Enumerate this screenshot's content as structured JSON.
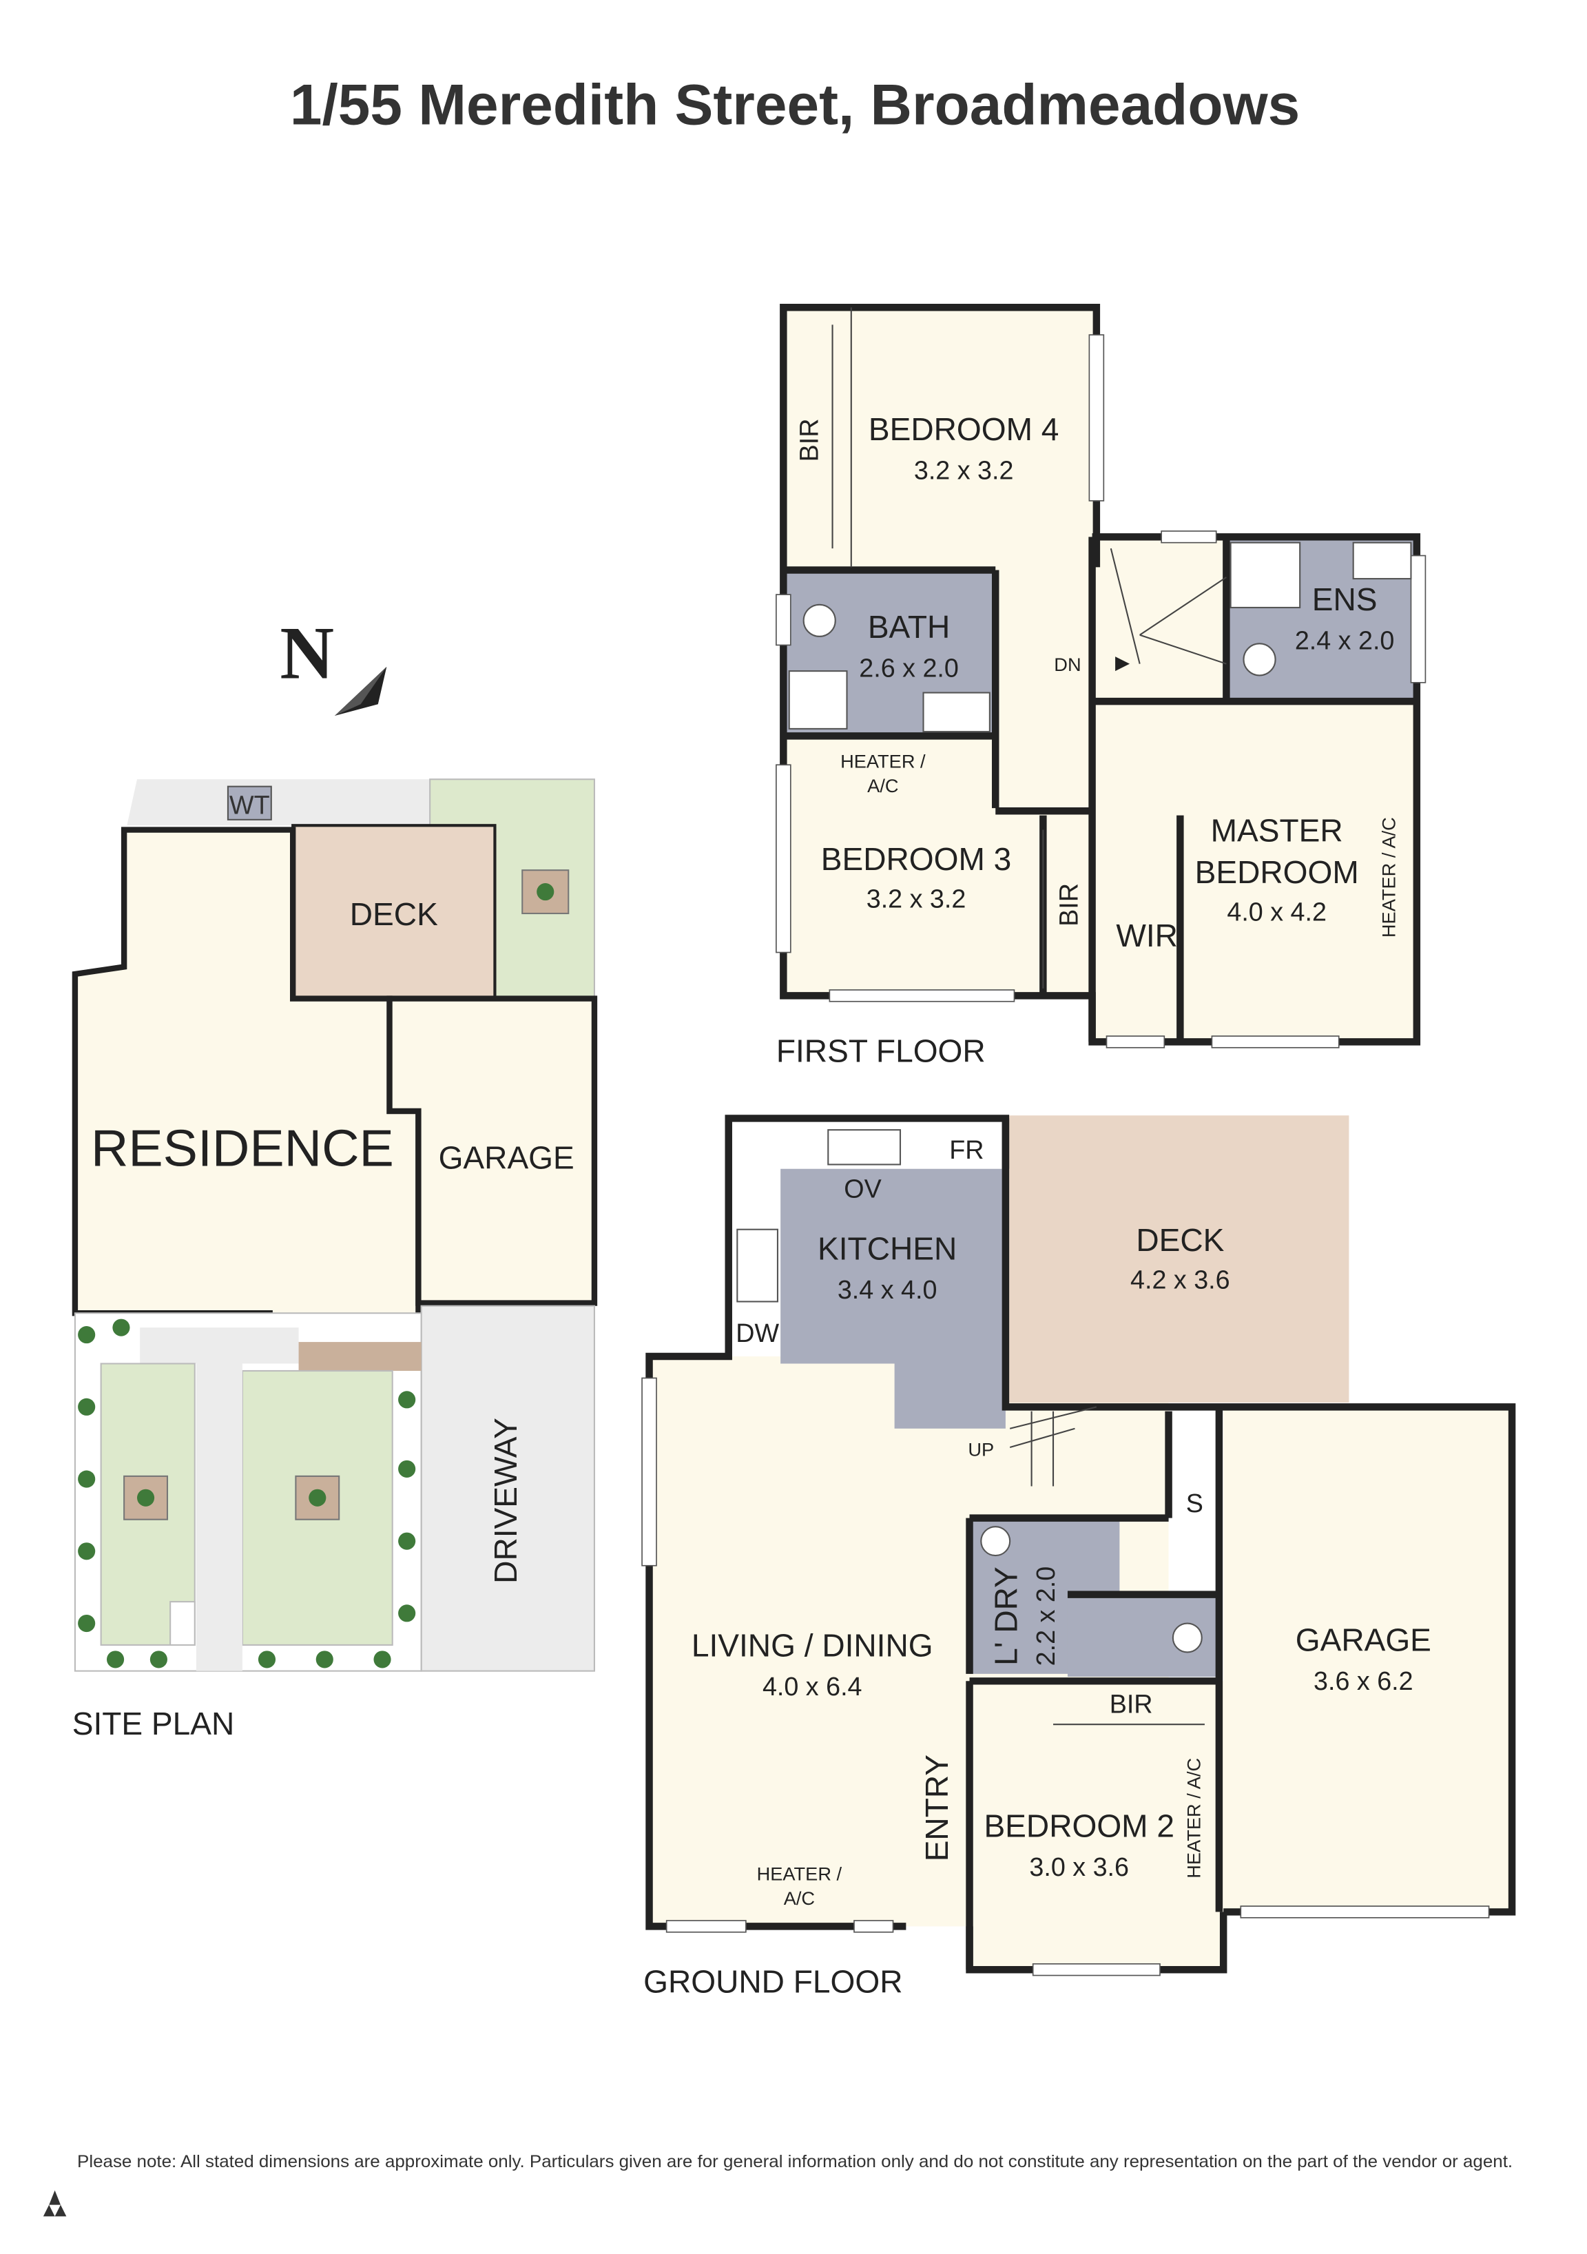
{
  "title": "1/55 Meredith Street, Broadmeadows",
  "colors": {
    "room": "#fdf9ea",
    "wet": "#a9adbd",
    "deck": "#e9d6c6",
    "garden": "#dde9cc",
    "paving": "#ececec",
    "wall": "#222222"
  },
  "north": {
    "label": "N"
  },
  "site_plan": {
    "label": "SITE PLAN",
    "wt": "WT",
    "deck": "DECK",
    "residence": "RESIDENCE",
    "garage": "GARAGE",
    "driveway": "DRIVEWAY"
  },
  "first_floor": {
    "label": "FIRST FLOOR",
    "bedroom4": {
      "name": "BEDROOM 4",
      "dim": "3.2 x 3.2"
    },
    "bir4": "BIR",
    "bath": {
      "name": "BATH",
      "dim": "2.6 x 2.0"
    },
    "dn": "DN",
    "ens": {
      "name": "ENS",
      "dim": "2.4 x 2.0"
    },
    "heater1": "HEATER /",
    "heater2": "A/C",
    "bedroom3": {
      "name": "BEDROOM 3",
      "dim": "3.2 x 3.2"
    },
    "bir3": "BIR",
    "master": {
      "name1": "MASTER",
      "name2": "BEDROOM",
      "dim": "4.0 x 4.2"
    },
    "wir": "WIR",
    "heater_master": "HEATER / A/C"
  },
  "ground_floor": {
    "label": "GROUND FLOOR",
    "fr": "FR",
    "ov": "OV",
    "kitchen": {
      "name": "KITCHEN",
      "dim": "3.4 x 4.0"
    },
    "dw": "DW",
    "deck": {
      "name": "DECK",
      "dim": "4.2 x 3.6"
    },
    "up": "UP",
    "s": "S",
    "laundry": {
      "name": "L' DRY",
      "dim": "2.2 x 2.0"
    },
    "living": {
      "name": "LIVING / DINING",
      "dim": "4.0 x 6.4"
    },
    "garage": {
      "name": "GARAGE",
      "dim": "3.6 x 6.2"
    },
    "bir": "BIR",
    "entry": "ENTRY",
    "bedroom2": {
      "name": "BEDROOM 2",
      "dim": "3.0 x 3.6"
    },
    "heater_living1": "HEATER /",
    "heater_living2": "A/C",
    "heater_bed2": "HEATER / A/C"
  },
  "disclaimer": "Please note: All stated dimensions are approximate only. Particulars given are for general information only and do not constitute any representation on the part of the vendor or agent."
}
